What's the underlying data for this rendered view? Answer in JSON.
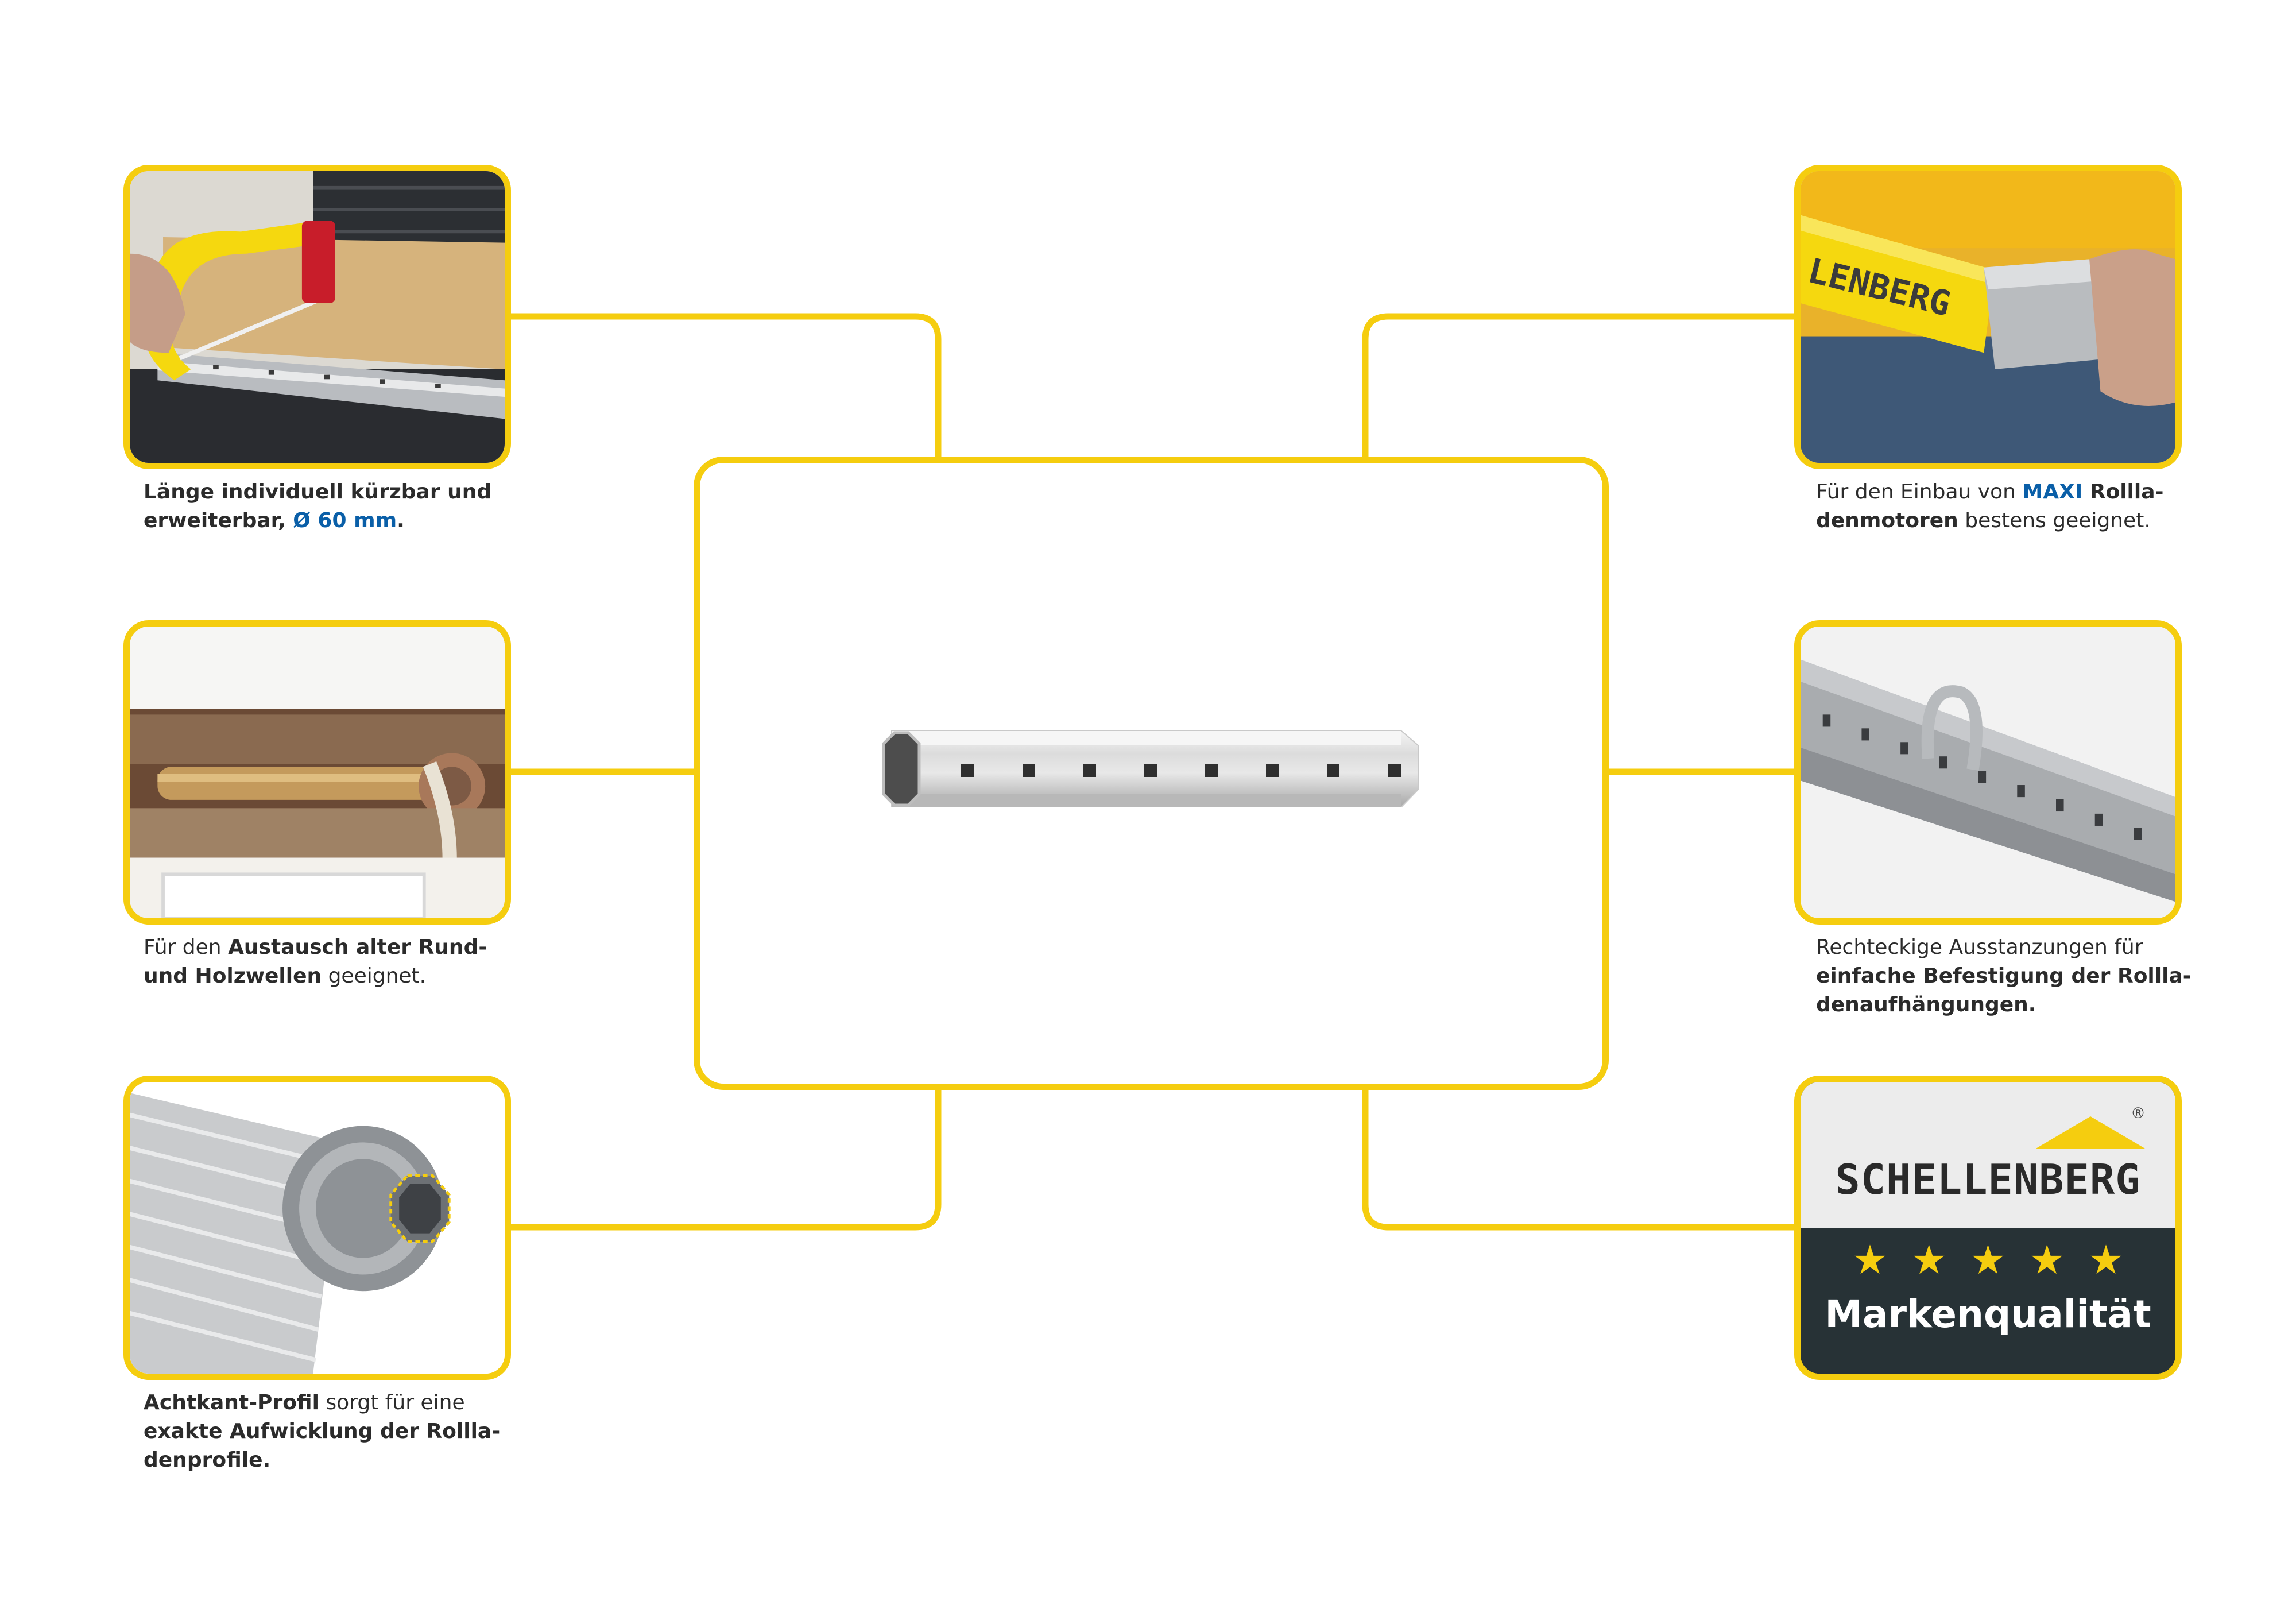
{
  "colors": {
    "accent": "#f5cd0f",
    "link_blue": "#0a5fa8",
    "text": "#2b2b2b",
    "brand_dark": "#273236"
  },
  "captions": {
    "top_left": {
      "line1": "Länge individuell kürzbar und",
      "line2_prefix": "erweiterbar, ",
      "line2_highlight": "Ø 60 mm",
      "line2_suffix": "."
    },
    "mid_left": {
      "line1_prefix": "Für den ",
      "line1_bold": "Austausch alter Rund-",
      "line2_bold": "und Holzwellen",
      "line2_suffix": " geeignet."
    },
    "bottom_left": {
      "line1_bold": "Achtkant-Profil",
      "line1_suffix": " sorgt für eine",
      "line2_bold": "exakte Aufwicklung der Rollla-",
      "line3_bold": "denprofile."
    },
    "top_right": {
      "line1_prefix": "Für den Einbau von ",
      "line1_highlight": "MAXI",
      "line1_bold": " Rollla-",
      "line2_bold": "denmotoren",
      "line2_suffix": " bestens geeignet."
    },
    "mid_right": {
      "line1": "Rechteckige Ausstanzungen für",
      "line2_bold": "einfache Befestigung der Rollla-",
      "line3_bold": "denaufhängungen."
    }
  },
  "brand_badge": {
    "name": "SCHELLENBERG",
    "registered": "®",
    "stars": "★★★★★",
    "quality": "Markenqualität"
  },
  "photos": {
    "top_right_print": "LENBERG"
  }
}
